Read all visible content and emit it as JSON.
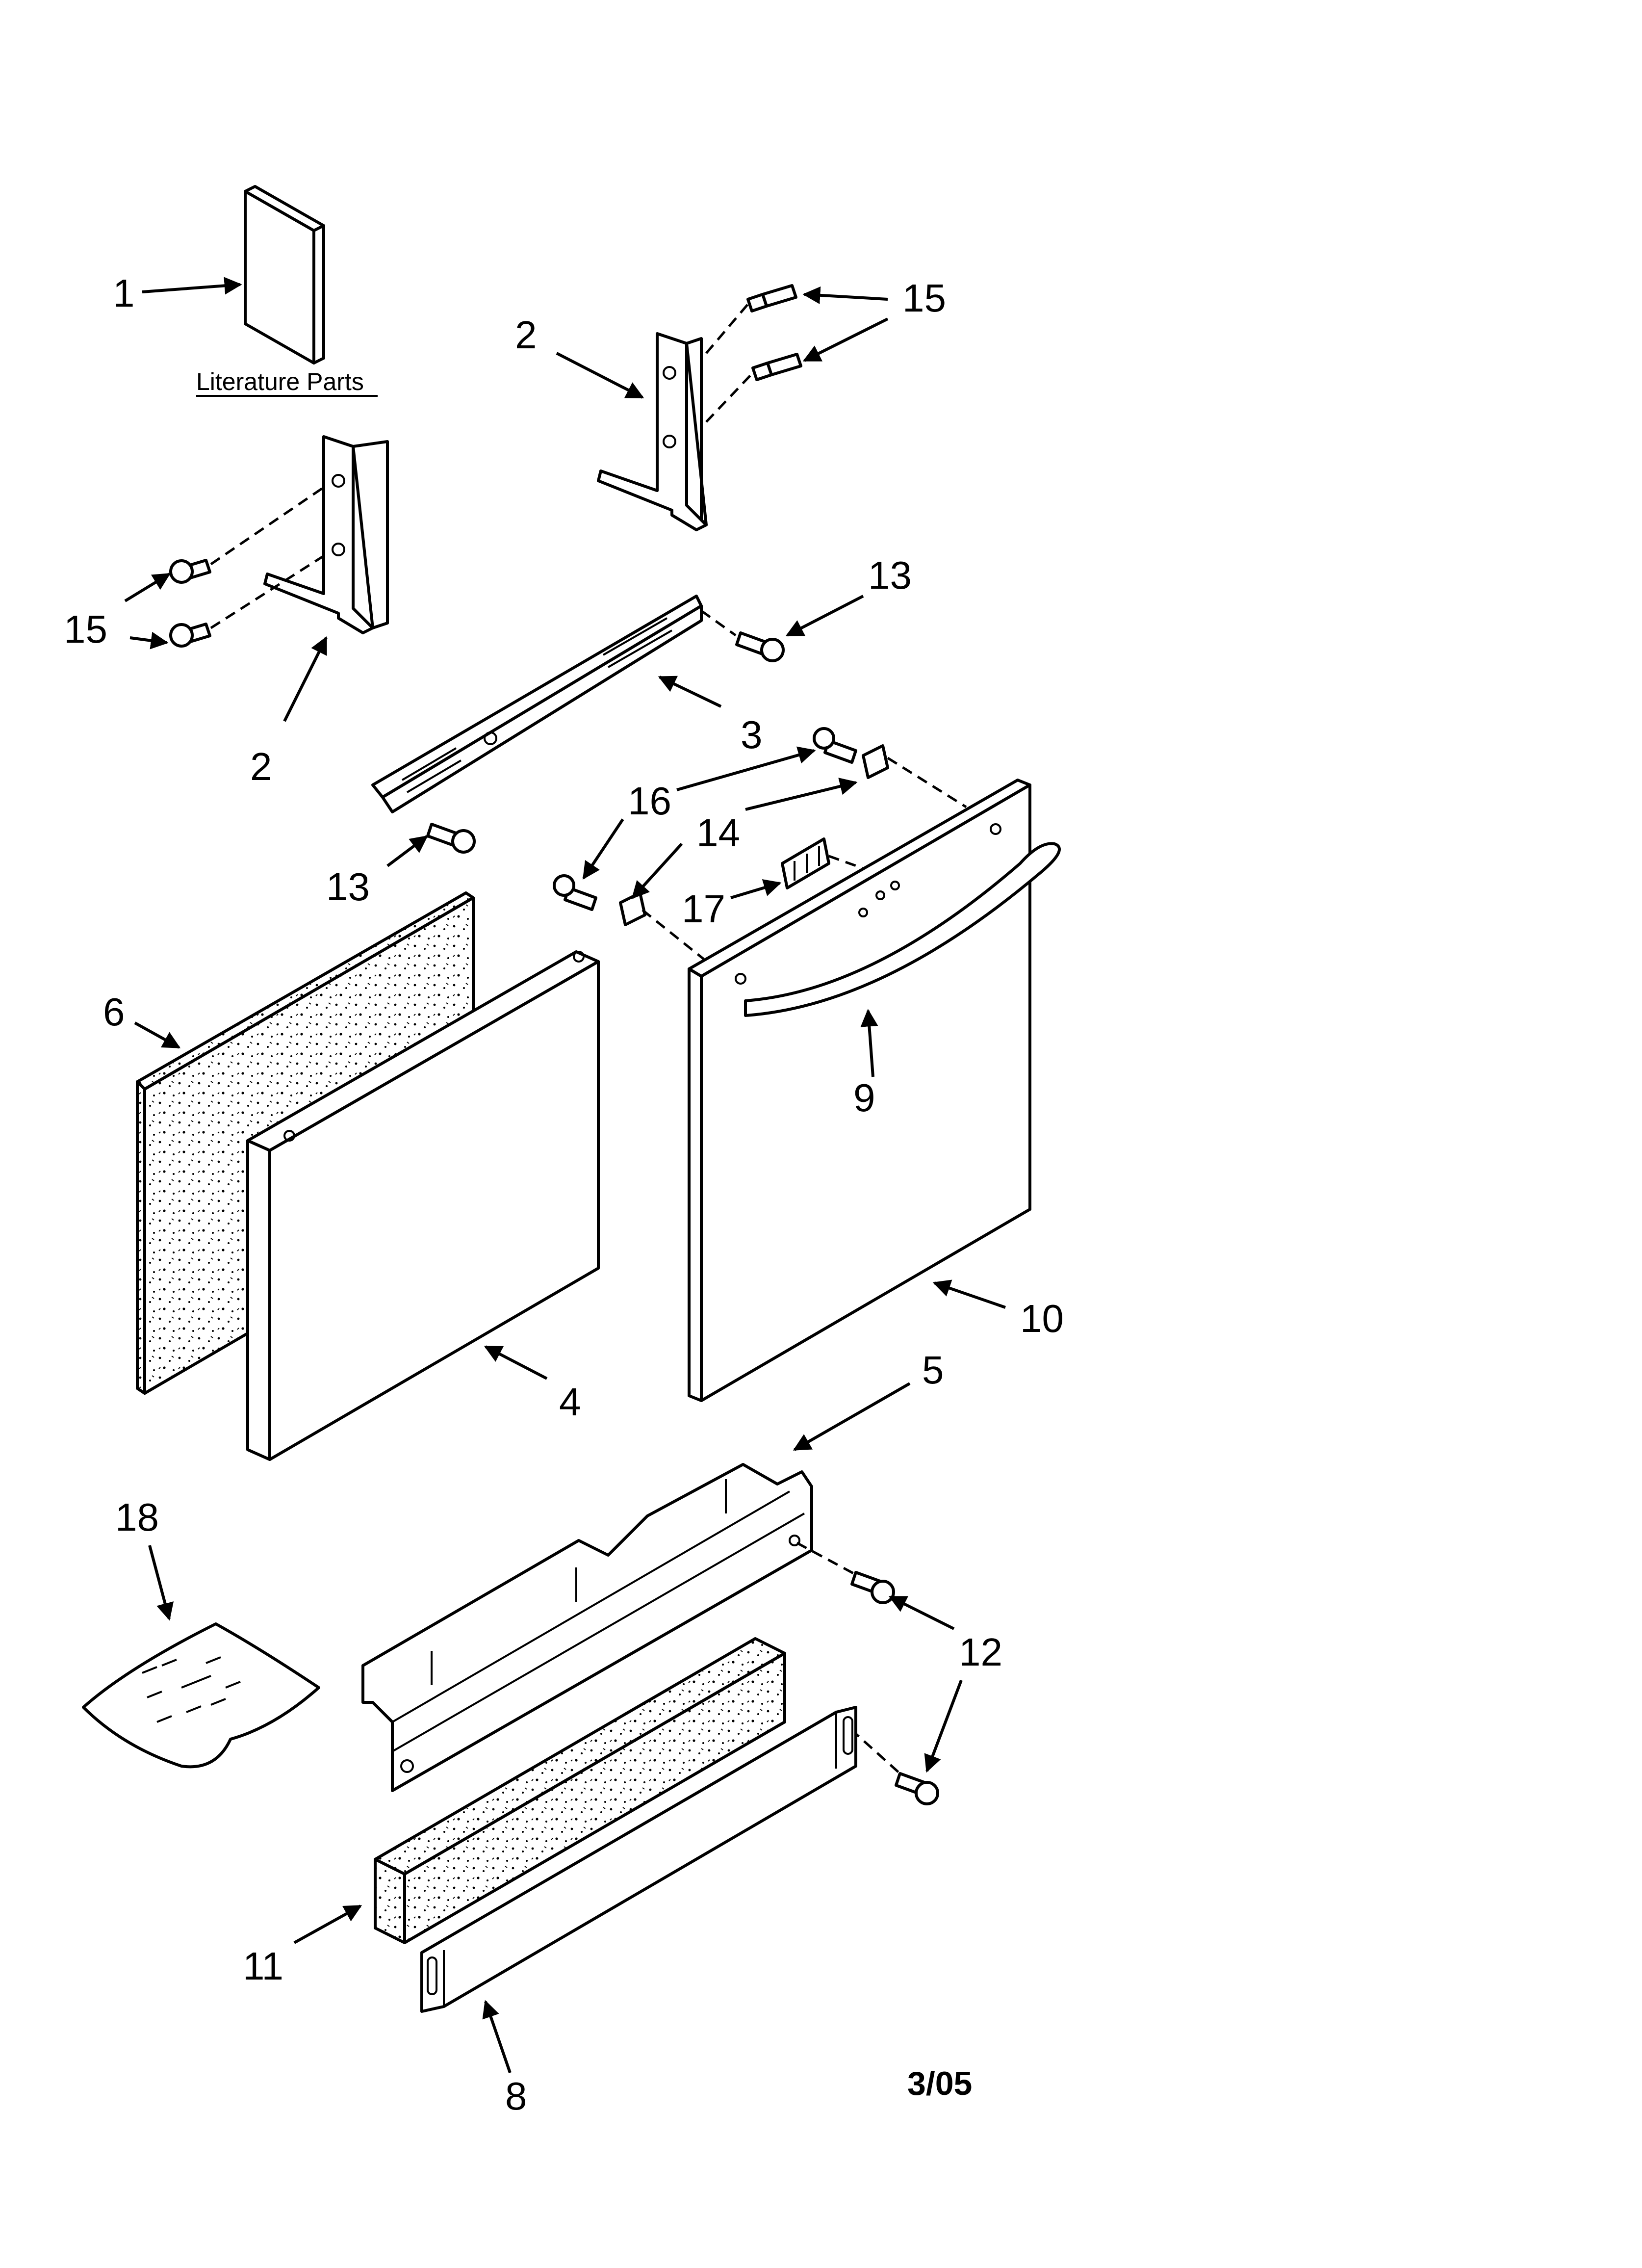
{
  "literature_caption": "Literature Parts",
  "date_code": "3/05",
  "callouts": {
    "c1": "1",
    "c2a": "2",
    "c2b": "2",
    "c3": "3",
    "c4": "4",
    "c5": "5",
    "c6": "6",
    "c8": "8",
    "c9": "9",
    "c10": "10",
    "c11": "11",
    "c12": "12",
    "c13a": "13",
    "c13b": "13",
    "c14": "14",
    "c15a": "15",
    "c15b": "15",
    "c16": "16",
    "c17": "17",
    "c18": "18"
  }
}
